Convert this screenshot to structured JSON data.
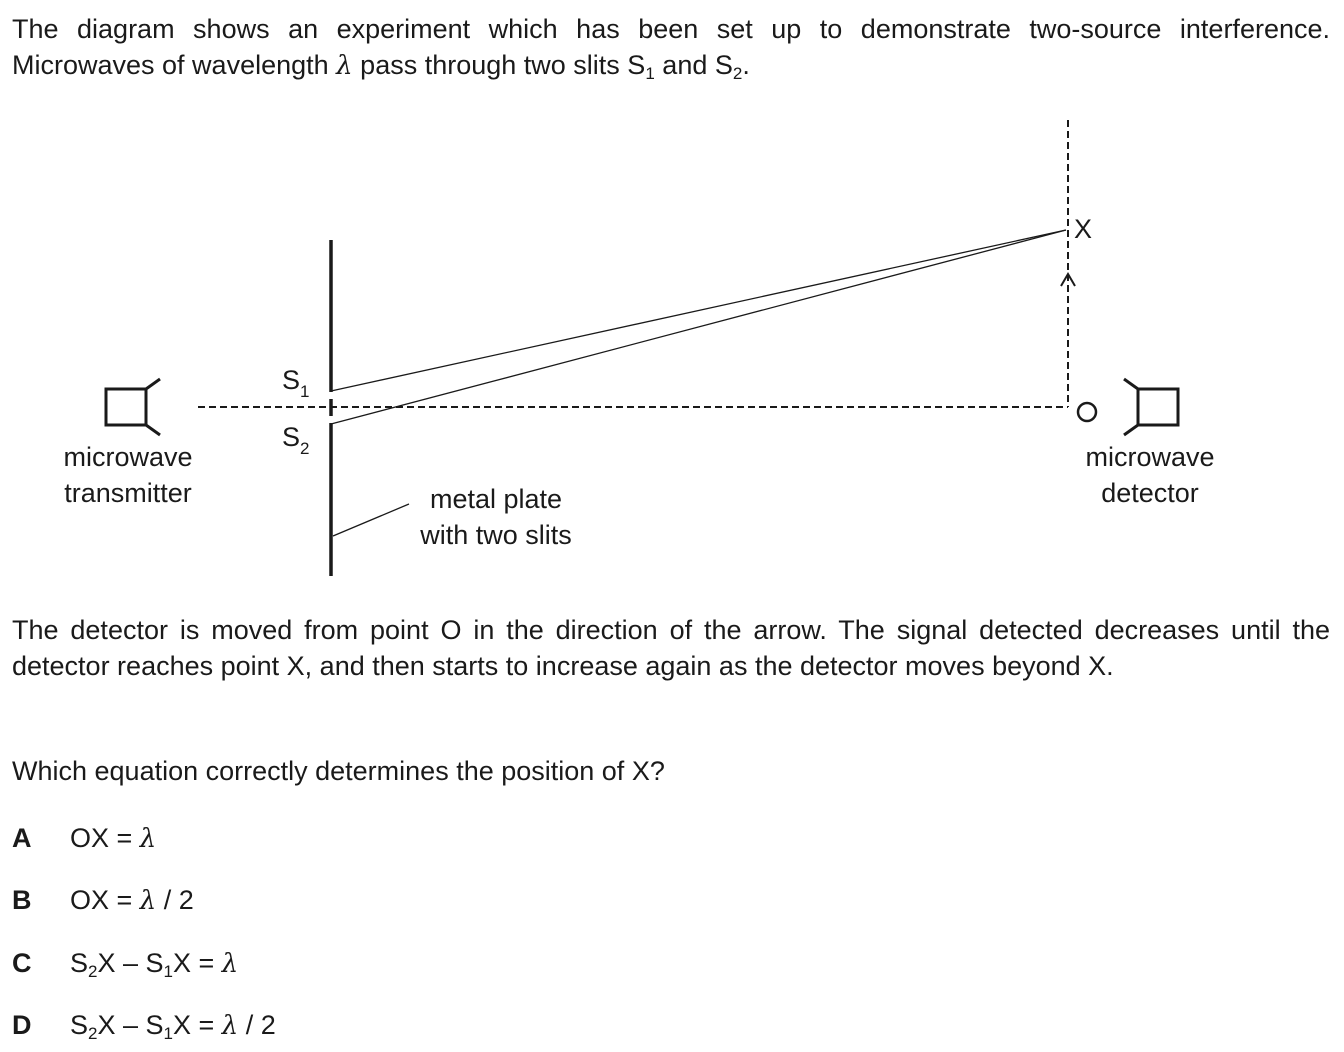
{
  "intro": {
    "line1": "The diagram shows an experiment which has been set up to demonstrate two-source interference. Microwaves of wavelength",
    "lambda": "λ",
    "line2": "pass through two slits S",
    "sub1": "1",
    "and": "and S",
    "sub2": "2",
    "end": "."
  },
  "diagram": {
    "slit1_label": "S",
    "slit1_sub": "1",
    "slit2_label": "S",
    "slit2_sub": "2",
    "point_x": "X",
    "transmitter_line1": "microwave",
    "transmitter_line2": "transmitter",
    "plate_line1": "metal plate",
    "plate_line2": "with two slits",
    "detector_line1": "microwave",
    "detector_line2": "detector"
  },
  "description": "The detector is moved from point O in the direction of the arrow. The signal detected decreases until the detector reaches point X, and then starts to increase again as the detector moves beyond X.",
  "question": "Which equation correctly determines the position of X?",
  "options": {
    "a": {
      "letter": "A",
      "pre": "OX = ",
      "lambda": "λ",
      "post": ""
    },
    "b": {
      "letter": "B",
      "pre": "OX = ",
      "lambda": "λ",
      "post": " / 2"
    },
    "c": {
      "letter": "C",
      "s2": "S",
      "s2sub": "2",
      "mid": "X – S",
      "s1sub": "1",
      "pre": "X = ",
      "lambda": "λ",
      "post": ""
    },
    "d": {
      "letter": "D",
      "s2": "S",
      "s2sub": "2",
      "mid": "X – S",
      "s1sub": "1",
      "pre": "X = ",
      "lambda": "λ",
      "post": " / 2"
    }
  }
}
